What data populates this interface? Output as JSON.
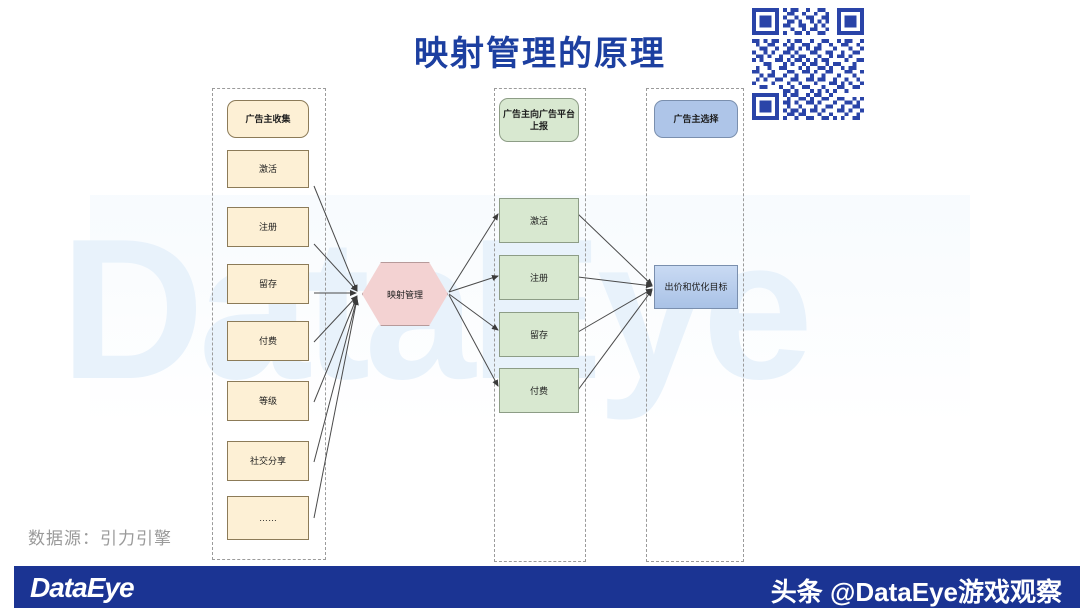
{
  "slide": {
    "title": "映射管理的原理",
    "title_color": "#1c3fa0",
    "background": "#ffffff",
    "watermark_text": "DataEye"
  },
  "qr": {
    "name": "qr-code",
    "color": "#2a44a8"
  },
  "lanes": {
    "left": {
      "header": "广告主收集",
      "items": [
        "激活",
        "注册",
        "留存",
        "付费",
        "等级",
        "社交分享",
        "……"
      ],
      "fill": "#fdf0d5",
      "stroke": "#8c7b58"
    },
    "middle": {
      "header": "广告主向广告平台上报",
      "items": [
        "激活",
        "注册",
        "留存",
        "付费"
      ],
      "fill": "#d8e8d0",
      "stroke": "#8d9d86"
    },
    "right": {
      "header": "广告主选择",
      "items": [
        "出价和优化目标"
      ],
      "fill": "#aec5e8",
      "stroke": "#7a8fae"
    }
  },
  "hub": {
    "label": "映射管理",
    "fill": "#f3d2d2",
    "stroke": "#b79a9a"
  },
  "footer": {
    "source": "数据源：引力引擎",
    "brand": "DataEye",
    "handle": "头条 @DataEye游戏观察",
    "bar_color": "#1b3493"
  }
}
